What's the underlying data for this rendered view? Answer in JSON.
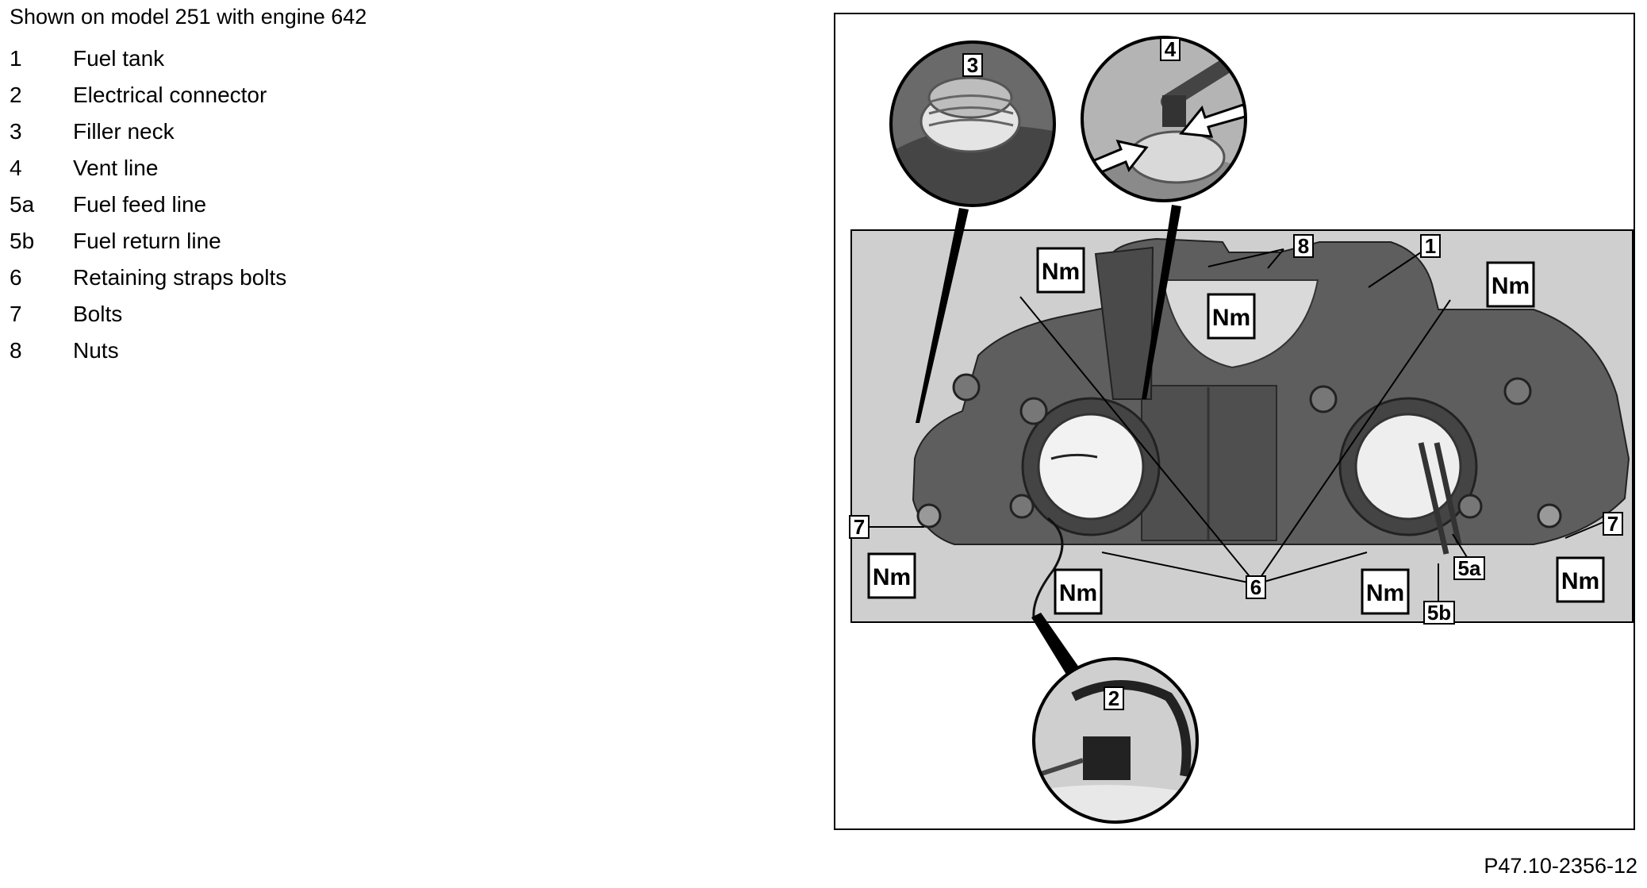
{
  "caption": "Shown on model 251 with engine 642",
  "legend": [
    {
      "num": "1",
      "label": "Fuel tank"
    },
    {
      "num": "2",
      "label": "Electrical connector"
    },
    {
      "num": "3",
      "label": "Filler neck"
    },
    {
      "num": "4",
      "label": "Vent line"
    },
    {
      "num": "5a",
      "label": "Fuel feed line"
    },
    {
      "num": "5b",
      "label": "Fuel return line"
    },
    {
      "num": "6",
      "label": "Retaining straps bolts"
    },
    {
      "num": "7",
      "label": "Bolts"
    },
    {
      "num": "8",
      "label": "Nuts"
    }
  ],
  "figure": {
    "reference": "P47.10-2356-12",
    "torque_label": "Nm",
    "callouts": {
      "c1": "1",
      "c2": "2",
      "c3": "3",
      "c4": "4",
      "c5a": "5a",
      "c5b": "5b",
      "c6": "6",
      "c7l": "7",
      "c7r": "7",
      "c8": "8"
    }
  }
}
